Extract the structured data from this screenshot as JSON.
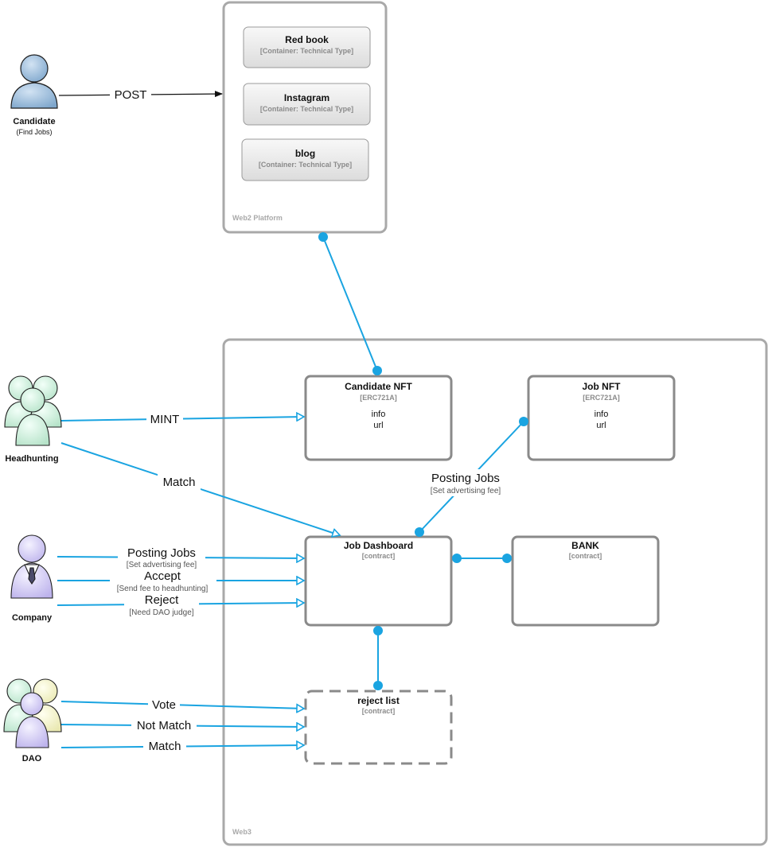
{
  "boundaries": {
    "web2": {
      "label": "Web2 Platform"
    },
    "web3": {
      "label": "Web3"
    }
  },
  "containers": {
    "redbook": {
      "title": "Red book",
      "tech": "[Container: Technical Type]"
    },
    "instagram": {
      "title": "Instagram",
      "tech": "[Container: Technical Type]"
    },
    "blog": {
      "title": "blog",
      "tech": "[Container: Technical Type]"
    }
  },
  "components": {
    "candidate_nft": {
      "title": "Candidate NFT",
      "tech": "[ERC721A]",
      "line1": "info",
      "line2": "url"
    },
    "job_nft": {
      "title": "Job NFT",
      "tech": "[ERC721A]",
      "line1": "info",
      "line2": "url"
    },
    "job_dashboard": {
      "title": "Job Dashboard",
      "tech": "[contract]"
    },
    "bank": {
      "title": "BANK",
      "tech": "[contract]"
    },
    "reject_list": {
      "title": "reject list",
      "tech": "[contract]"
    }
  },
  "actors": {
    "candidate": {
      "name": "Candidate",
      "sub": "(Find Jobs)",
      "icon": "single-person-icon",
      "color": "#8fb4d6"
    },
    "headhunting": {
      "name": "Headhunting",
      "icon": "group-people-icon",
      "color": "#cdeedd"
    },
    "company": {
      "name": "Company",
      "icon": "businessman-icon",
      "color": "#d9d3f5"
    },
    "dao": {
      "name": "DAO",
      "icon": "multicolor-group-icon",
      "color": "#d4cdf2"
    }
  },
  "edges": {
    "post": {
      "label": "POST"
    },
    "mint": {
      "label": "MINT"
    },
    "match_hh": {
      "label": "Match"
    },
    "posting_jobs_company": {
      "label": "Posting Jobs",
      "sub": "[Set advertising fee]"
    },
    "accept": {
      "label": "Accept",
      "sub": "[Send fee to headhunting]"
    },
    "reject": {
      "label": "Reject",
      "sub": "[Need DAO judge]"
    },
    "posting_jobs_nft": {
      "label": "Posting Jobs",
      "sub": "[Set advertising fee]"
    },
    "vote": {
      "label": "Vote"
    },
    "not_match": {
      "label": "Not Match"
    },
    "match_dao": {
      "label": "Match"
    }
  },
  "colors": {
    "edge": "#1aa4e1",
    "border": "#a9a9a9"
  }
}
